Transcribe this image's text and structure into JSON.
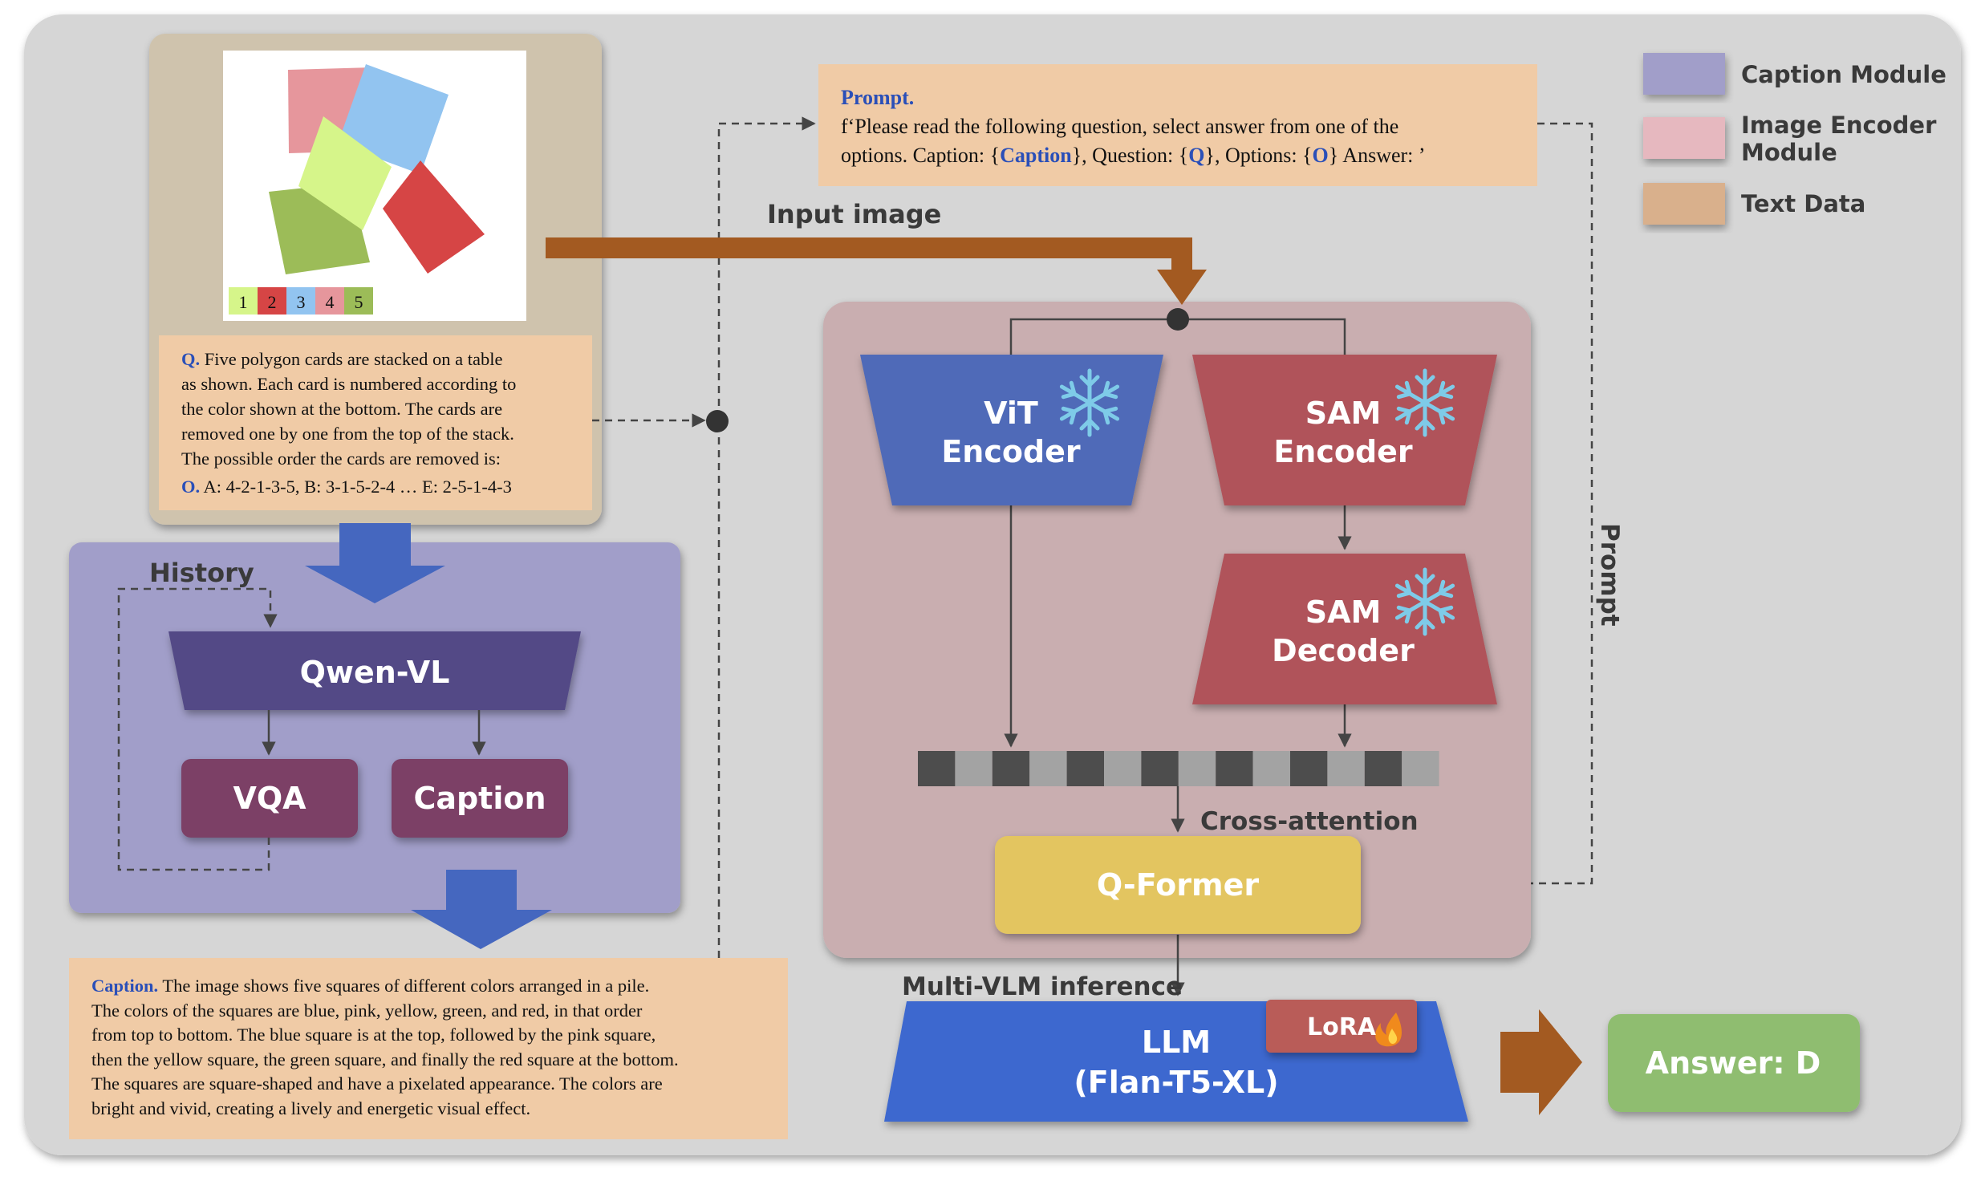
{
  "legend": {
    "caption_module": "Caption Module",
    "image_encoder_line1": "Image Encoder",
    "image_encoder_line2": "Module",
    "text_data": "Text Data",
    "colors": {
      "caption_module": "#a19ec9",
      "image_encoder": "#e6b8bf",
      "text_data": "#d9b08c"
    }
  },
  "puzzle": {
    "numbers": [
      "1",
      "2",
      "3",
      "4",
      "5"
    ],
    "colors": [
      "#d6f58a",
      "#d64545",
      "#92c4f0",
      "#e6969c",
      "#9cbc58"
    ]
  },
  "question": {
    "q_key": "Q.",
    "q_lines": [
      "Five polygon cards are stacked on a table",
      "as shown. Each card is numbered according to",
      "the color shown at the bottom. The cards are",
      "removed one by one from the top of the stack.",
      "The possible order the cards are removed is:"
    ],
    "o_key": "O.",
    "o_text": "A: 4-2-1-3-5, B: 3-1-5-2-4 … E: 2-5-1-4-3"
  },
  "caption_module": {
    "history_label": "History",
    "qwen_label": "Qwen-VL",
    "vqa_label": "VQA",
    "caption_label": "Caption"
  },
  "caption_text": {
    "key": "Caption.",
    "lines": [
      "The image shows five squares of different colors arranged in a pile.",
      "The colors of the squares are blue, pink, yellow, green, and red, in that order",
      "from top to bottom. The blue square is at the top, followed by the pink square,",
      "then the yellow square, the green square, and finally the red square at the bottom.",
      "The squares are square-shaped and have a pixelated appearance. The colors are",
      "bright and vivid, creating a lively and energetic visual effect."
    ]
  },
  "prompt": {
    "key": "Prompt.",
    "line1": "f‘Please read the following question, select answer from one of the",
    "line2_a": "options. Caption: {",
    "caption_ph": "Caption",
    "line2_b": "}, Question: {",
    "q_ph": "Q",
    "line2_c": "}, Options: {",
    "o_ph": "O",
    "line2_d": "} Answer: ’"
  },
  "flow": {
    "input_image": "Input image",
    "prompt_side": "Prompt",
    "cross_attention": "Cross-attention",
    "multi_vlm": "Multi-VLM inference"
  },
  "encoder": {
    "vit_l1": "ViT",
    "vit_l2": "Encoder",
    "sam_enc_l1": "SAM",
    "sam_enc_l2": "Encoder",
    "sam_dec_l1": "SAM",
    "sam_dec_l2": "Decoder",
    "qformer": "Q-Former",
    "frozen_icon": "snowflake-icon"
  },
  "llm": {
    "line1": "LLM",
    "line2": "(Flan-T5-XL)",
    "lora": "LoRA",
    "lora_icon": "fire-icon"
  },
  "answer": {
    "label": "Answer: D"
  }
}
